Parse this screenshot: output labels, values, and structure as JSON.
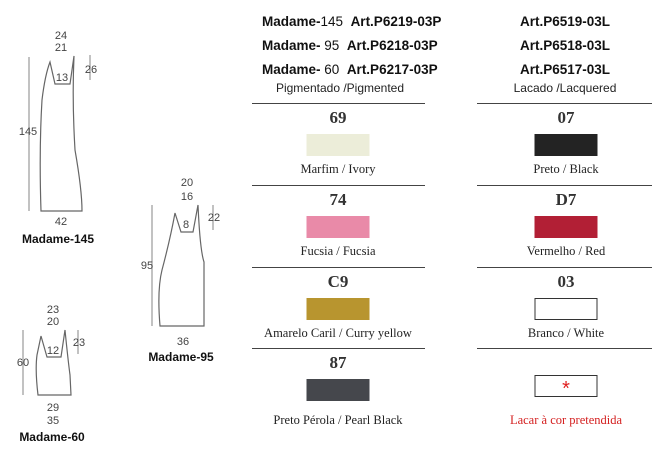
{
  "models": [
    {
      "name": "Madame-145",
      "top_outer": "24",
      "top_inner": "21",
      "notch": "13",
      "notch_height": "26",
      "height": "145",
      "base": "42"
    },
    {
      "name": "Madame-95",
      "top_outer": "20",
      "top_inner": "16",
      "notch": "8",
      "notch_height": "22",
      "height": "95",
      "base": "36"
    },
    {
      "name": "Madame-60",
      "top_outer": "23",
      "top_inner": "20",
      "notch": "12",
      "notch_height": "23",
      "height": "60",
      "base_inner": "29",
      "base": "35"
    }
  ],
  "header": {
    "rows": [
      {
        "model": "Madame-",
        "size": "145",
        "art_p": "Art.P6219-03P",
        "art_l": "Art.P6519-03L"
      },
      {
        "model": "Madame-",
        "size": " 95",
        "art_p": "Art.P6218-03P",
        "art_l": "Art.P6518-03L"
      },
      {
        "model": "Madame-",
        "size": " 60",
        "art_p": "Art.P6217-03P",
        "art_l": "Art.P6517-03L"
      }
    ],
    "pigmented": "Pigmentado /Pigmented",
    "lacquered": "Lacado /Lacquered"
  },
  "pigmented": [
    {
      "code": "69",
      "label": "Marfim / Ivory",
      "color": "#ecedd9"
    },
    {
      "code": "74",
      "label": "Fucsia / Fucsia",
      "color": "#e98aa8"
    },
    {
      "code": "C9",
      "label": "Amarelo Caril / Curry yellow",
      "color": "#b8952f"
    },
    {
      "code": "87",
      "label": "Preto Pérola / Pearl Black",
      "color": "#45474c"
    }
  ],
  "lacquered": [
    {
      "code": "07",
      "label": "Preto / Black",
      "color": "#232323"
    },
    {
      "code": "D7",
      "label": "Vermelho /  Red",
      "color": "#b21f35"
    },
    {
      "code": "03",
      "label": "Branco / White",
      "color": "#ffffff"
    },
    {
      "code": "*",
      "label": "Lacar à cor pretendida",
      "color": "#ffffff"
    }
  ]
}
